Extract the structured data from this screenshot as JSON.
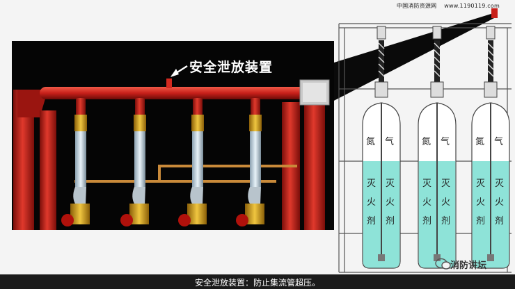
{
  "site": {
    "name": "中国消防资源网",
    "url": "www.1190119.com"
  },
  "photo": {
    "callout_label": "安全泄放装置"
  },
  "cylinders": [
    {
      "top_chars": [
        "氮",
        "气"
      ],
      "body_chars": [
        [
          "灭",
          "火",
          "剂"
        ],
        [
          "灭",
          "火",
          "剂"
        ]
      ]
    },
    {
      "top_chars": [
        "氮",
        "气"
      ],
      "body_chars": [
        [
          "灭",
          "火",
          "剂"
        ],
        [
          "灭",
          "火",
          "剂"
        ]
      ]
    },
    {
      "top_chars": [
        "氮",
        "气"
      ],
      "body_chars": [
        [
          "灭",
          "火",
          "剂"
        ],
        [
          "灭",
          "火",
          "剂"
        ]
      ]
    }
  ],
  "caption": "安全泄放装置：防止集流管超压。",
  "wechat": {
    "account": "消防讲坛"
  },
  "colors": {
    "pipe_red": "#c8201a",
    "agent_cyan": "#8ee3d8",
    "valve_gold": "#d4a21c",
    "caption_bg": "#1b1b1b"
  }
}
